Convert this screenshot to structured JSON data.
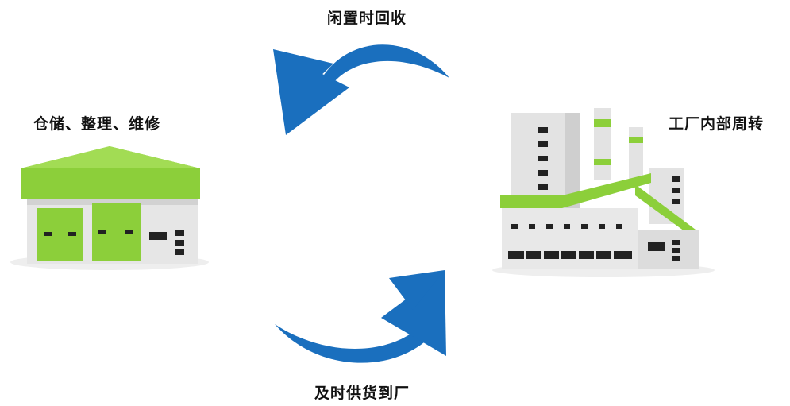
{
  "labels": {
    "top": "闲置时回收",
    "bottom": "及时供货到厂",
    "warehouse": "仓储、整理、维修",
    "factory": "工厂内部周转"
  },
  "colors": {
    "arrow": "#1a6fbe",
    "green": "#8ccf3a",
    "green_dark": "#6db52a",
    "building": "#e6e6e6",
    "building_shade": "#cfcfcf",
    "window": "#222222"
  },
  "icons": {
    "warehouse": "warehouse-icon",
    "factory": "factory-icon"
  }
}
